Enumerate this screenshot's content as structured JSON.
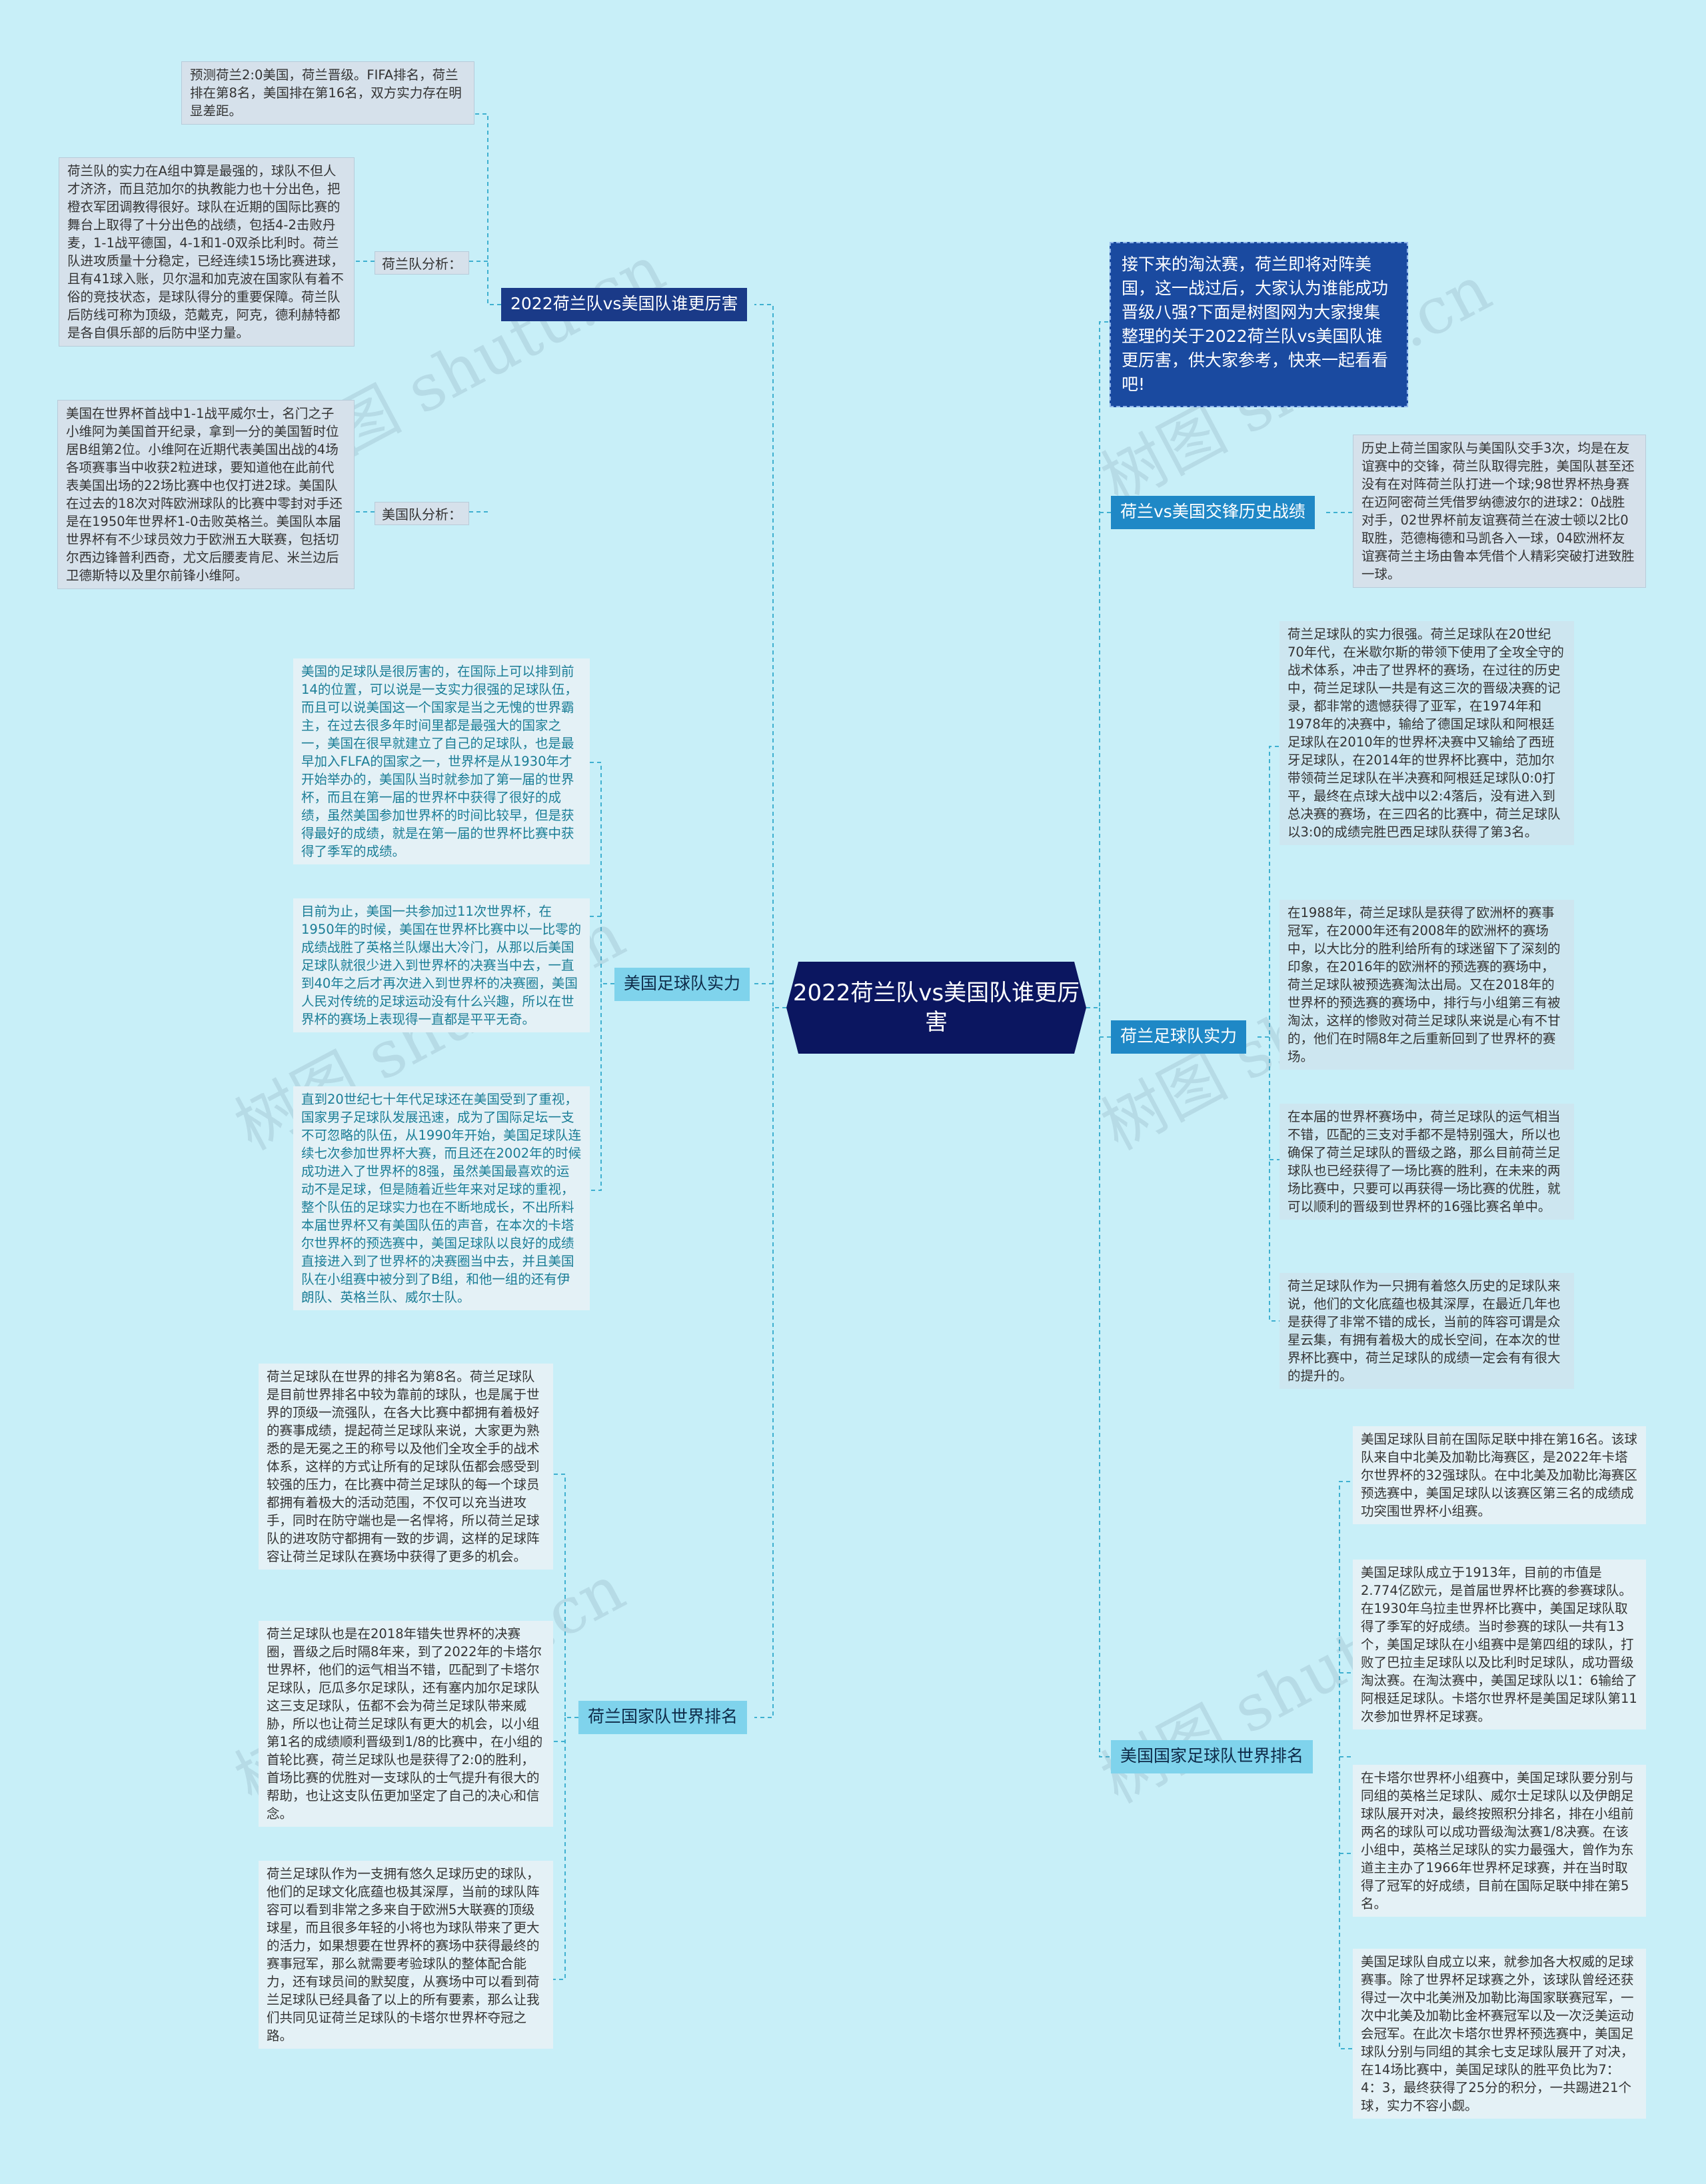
{
  "center": "2022荷兰队vs美国队谁更厉害",
  "intro": "接下来的淘汰赛，荷兰即将对阵美国，这一战过后，大家认为谁能成功晋级八强?下面是树图网为大家搜集整理的关于2022荷兰队vs美国队谁更厉害，供大家参考，快来一起看看吧!",
  "watermark": "树图 shutu.cn",
  "branches": {
    "b1": "2022荷兰队vs美国队谁更厉害",
    "b2": "美国足球队实力",
    "b3": "荷兰国家队世界排名",
    "b4": "荷兰vs美国交锋历史战绩",
    "b5": "荷兰足球队实力",
    "b6": "美国国家足球队世界排名"
  },
  "labels": {
    "netherlands": "荷兰队分析：",
    "usa": "美国队分析："
  },
  "notes": {
    "n_predict": "预测荷兰2:0美国，荷兰晋级。FIFA排名，荷兰排在第8名，美国排在第16名，双方实力存在明显差距。",
    "n_nl_analysis": "荷兰队的实力在A组中算是最强的，球队不但人才济济，而且范加尔的执教能力也十分出色，把橙衣军团调教得很好。球队在近期的国际比赛的舞台上取得了十分出色的战绩，包括4-2击败丹麦，1-1战平德国，4-1和1-0双杀比利时。荷兰队进攻质量十分稳定，已经连续15场比赛进球，且有41球入账，贝尔温和加克波在国家队有着不俗的竞技状态，是球队得分的重要保障。荷兰队后防线可称为顶级，范戴克，阿克，德利赫特都是各自俱乐部的后防中坚力量。",
    "n_us_analysis": "美国在世界杯首战中1-1战平威尔士，名门之子小维阿为美国首开纪录，拿到一分的美国暂时位居B组第2位。小维阿在近期代表美国出战的4场各项赛事当中收获2粒进球，要知道他在此前代表美国出场的22场比赛中也仅打进2球。美国队在过去的18次对阵欧洲球队的比赛中零封对手还是在1950年世界杯1-0击败英格兰。美国队本届世界杯有不少球员效力于欧洲五大联赛，包括切尔西边锋普利西奇，尤文后腰麦肯尼、米兰边后卫德斯特以及里尔前锋小维阿。",
    "n_us1": "美国的足球队是很厉害的，在国际上可以排到前14的位置，可以说是一支实力很强的足球队伍，而且可以说美国这一个国家是当之无愧的世界霸主，在过去很多年时间里都是最强大的国家之一，美国在很早就建立了自己的足球队，也是最早加入FLFA的国家之一，世界杯是从1930年才开始举办的，美国队当时就参加了第一届的世界杯，而且在第一届的世界杯中获得了很好的成绩，虽然美国参加世界杯的时间比较早，但是获得最好的成绩，就是在第一届的世界杯比赛中获得了季军的成绩。",
    "n_us2": "目前为止，美国一共参加过11次世界杯，在1950年的时候，美国在世界杯比赛中以一比零的成绩战胜了英格兰队爆出大冷门，从那以后美国足球队就很少进入到世界杯的决赛当中去，一直到40年之后才再次进入到世界杯的决赛圈，美国人民对传统的足球运动没有什么兴趣，所以在世界杯的赛场上表现得一直都是平平无奇。",
    "n_us3": "直到20世纪七十年代足球还在美国受到了重视，国家男子足球队发展迅速，成为了国际足坛一支不可忽略的队伍，从1990年开始，美国足球队连续七次参加世界杯大赛，而且还在2002年的时候成功进入了世界杯的8强，虽然美国最喜欢的运动不是足球，但是随着近些年来对足球的重视，整个队伍的足球实力也在不断地成长，不出所料本届世界杯又有美国队伍的声音，在本次的卡塔尔世界杯的预选赛中，美国足球队以良好的成绩直接进入到了世界杯的决赛圈当中去，并且美国队在小组赛中被分到了B组，和他一组的还有伊朗队、英格兰队、威尔士队。",
    "n_rank1": "荷兰足球队在世界的排名为第8名。荷兰足球队是目前世界排名中较为靠前的球队，也是属于世界的顶级一流强队，在各大比赛中都拥有着极好的赛事成绩，提起荷兰足球队来说，大家更为熟悉的是无冕之王的称号以及他们全攻全手的战术体系，这样的方式让所有的足球队伍都会感受到较强的压力，在比赛中荷兰足球队的每一个球员都拥有着极大的活动范围，不仅可以充当进攻手，同时在防守端也是一名悍将，所以荷兰足球队的进攻防守都拥有一致的步调，这样的足球阵容让荷兰足球队在赛场中获得了更多的机会。",
    "n_rank2": "荷兰足球队也是在2018年错失世界杯的决赛圈，晋级之后时隔8年来，到了2022年的卡塔尔世界杯，他们的运气相当不错，匹配到了卡塔尔足球队，厄瓜多尔足球队，还有塞内加尔足球队这三支足球队，伍都不会为荷兰足球队带来威胁，所以也让荷兰足球队有更大的机会，以小组第1名的成绩顺利晋级到1/8的比赛中，在小组的首轮比赛，荷兰足球队也是获得了2:0的胜利，首场比赛的优胜对一支球队的士气提升有很大的帮助，也让这支队伍更加坚定了自己的决心和信念。",
    "n_rank3": "荷兰足球队作为一支拥有悠久足球历史的球队，他们的足球文化底蕴也极其深厚，当前的球队阵容可以看到非常之多来自于欧洲5大联赛的顶级球星，而且很多年轻的小将也为球队带来了更大的活力，如果想要在世界杯的赛场中获得最终的赛事冠军，那么就需要考验球队的整体配合能力，还有球员间的默契度，从赛场中可以看到荷兰足球队已经具备了以上的所有要素，那么让我们共同见证荷兰足球队的卡塔尔世界杯夺冠之路。",
    "n_history": "历史上荷兰国家队与美国队交手3次，均是在友谊赛中的交锋，荷兰队取得完胜，美国队甚至还没有在对阵荷兰队打进一个球;98世界杯热身赛在迈阿密荷兰凭借罗纳德波尔的进球2：0战胜对手，02世界杯前友谊赛荷兰在波士顿以2比0取胜，范德梅德和马凯各入一球，04欧洲杯友谊赛荷兰主场由鲁本凭借个人精彩突破打进致胜一球。",
    "n_nl1": "荷兰足球队的实力很强。荷兰足球队在20世纪70年代，在米歇尔斯的带领下使用了全攻全守的战术体系，冲击了世界杯的赛场，在过往的历史中，荷兰足球队一共是有这三次的晋级决赛的记录，都非常的遗憾获得了亚军，在1974年和1978年的决赛中，输给了德国足球队和阿根廷足球队在2010年的世界杯决赛中又输给了西班牙足球队，在2014年的世界杯比赛中，范加尔带领荷兰足球队在半决赛和阿根廷足球队0:0打平，最终在点球大战中以2:4落后，没有进入到总决赛的赛场，在三四名的比赛中，荷兰足球队以3:0的成绩完胜巴西足球队获得了第3名。",
    "n_nl2": "在1988年，荷兰足球队是获得了欧洲杯的赛事冠军，在2000年还有2008年的欧洲杯的赛场中，以大比分的胜利给所有的球迷留下了深刻的印象，在2016年的欧洲杯的预选赛的赛场中，荷兰足球队被预选赛淘汰出局。又在2018年的世界杯的预选赛的赛场中，排行与小组第三有被淘汰，这样的惨败对荷兰足球队来说是心有不甘的，他们在时隔8年之后重新回到了世界杯的赛场。",
    "n_nl3": "在本届的世界杯赛场中，荷兰足球队的运气相当不错，匹配的三支对手都不是特别强大，所以也确保了荷兰足球队的晋级之路，那么目前荷兰足球队也已经获得了一场比赛的胜利，在未来的两场比赛中，只要可以再获得一场比赛的优胜，就可以顺利的晋级到世界杯的16强比赛名单中。",
    "n_nl4": "荷兰足球队作为一只拥有着悠久历史的足球队来说，他们的文化底蕴也极其深厚，在最近几年也是获得了非常不错的成长，当前的阵容可谓是众星云集，有拥有着极大的成长空间，在本次的世界杯比赛中，荷兰足球队的成绩一定会有有很大的提升的。",
    "n_usrank1": "美国足球队目前在国际足联中排在第16名。该球队来自中北美及加勒比海赛区，是2022年卡塔尔世界杯的32强球队。在中北美及加勒比海赛区预选赛中，美国足球队以该赛区第三名的成绩成功突围世界杯小组赛。",
    "n_usrank2": "美国足球队成立于1913年，目前的市值是2.774亿欧元，是首届世界杯比赛的参赛球队。在1930年乌拉圭世界杯比赛中，美国足球队取得了季军的好成绩。当时参赛的球队一共有13个，美国足球队在小组赛中是第四组的球队，打败了巴拉圭足球队以及比利时足球队，成功晋级淘汰赛。在淘汰赛中，美国足球队以1：6输给了阿根廷足球队。卡塔尔世界杯是美国足球队第11次参加世界杯足球赛。",
    "n_usrank3": "在卡塔尔世界杯小组赛中，美国足球队要分别与同组的英格兰足球队、威尔士足球队以及伊朗足球队展开对决，最终按照积分排名，排在小组前两名的球队可以成功晋级淘汰赛1/8决赛。在该小组中，英格兰足球队的实力最强大，曾作为东道主主办了1966年世界杯足球赛，并在当时取得了冠军的好成绩，目前在国际足联中排在第5名。",
    "n_usrank4": "美国足球队自成立以来，就参加各大权威的足球赛事。除了世界杯足球赛之外，该球队曾经还获得过一次中北美洲及加勒比海国家联赛冠军，一次中北美及加勒比金杯赛冠军以及一次泛美运动会冠军。在此次卡塔尔世界杯预选赛中，美国足球队分别与同组的其余七支足球队展开了对决，在14场比赛中，美国足球队的胜平负比为7：4：3，最终获得了25分的积分，一共踢进21个球，实力不容小觑。"
  }
}
